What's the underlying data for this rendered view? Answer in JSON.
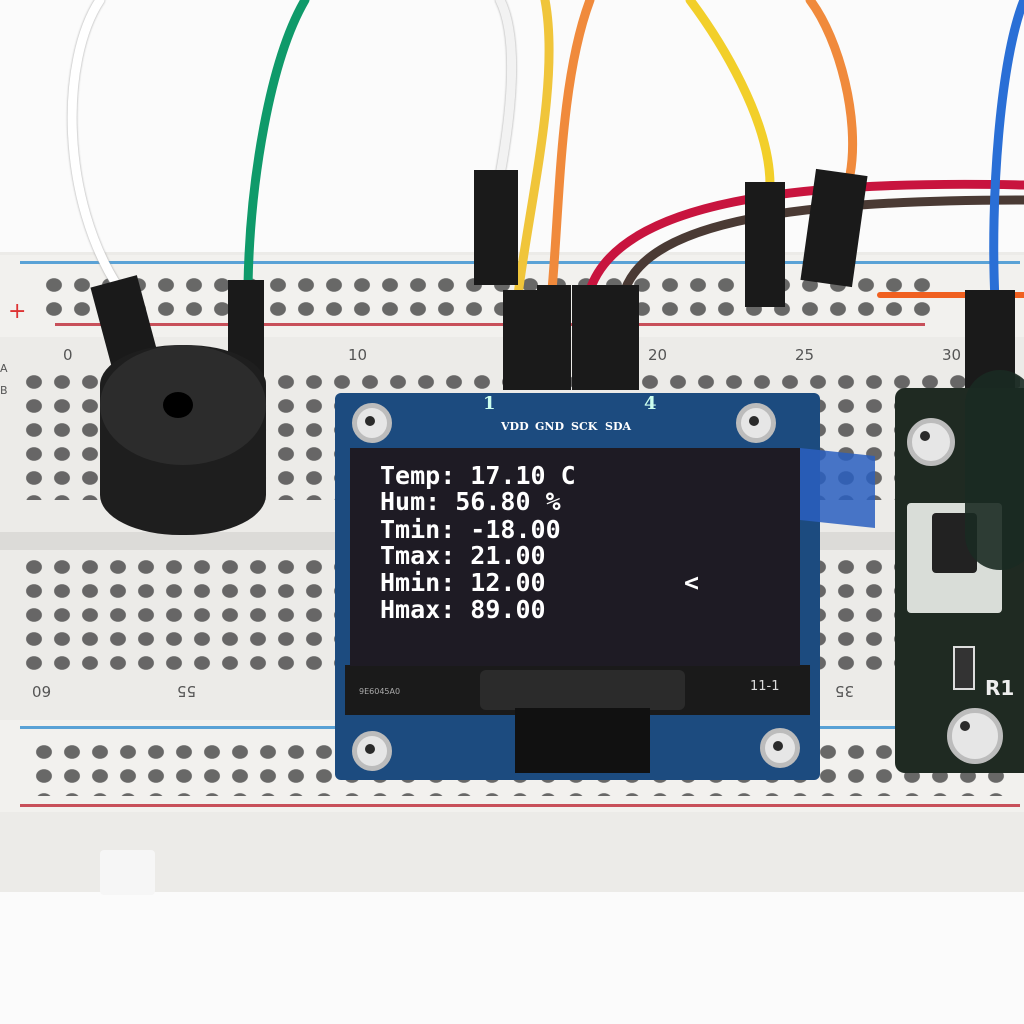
{
  "oled": {
    "pins": {
      "first": "1",
      "last": "4",
      "labels": [
        "VDD",
        "GND",
        "SCK",
        "SDA"
      ]
    },
    "lines": [
      "Temp: 17.10 C",
      "Hum: 56.80 %",
      "Tmin: -18.00",
      "Tmax: 21.00",
      "Hmin: 12.00",
      "Hmax: 89.00"
    ],
    "cursor": "<",
    "flex_code": "9E6045A0",
    "flex_label": "11-1"
  },
  "breadboard": {
    "top_numbers": [
      "0",
      "10",
      "20",
      "25",
      "30"
    ],
    "bottom_numbers": [
      "60",
      "55",
      "35"
    ],
    "row_letters": [
      "A",
      "B"
    ],
    "rail_sign": "+"
  },
  "module": {
    "label": "R1"
  },
  "colors": {
    "pcb": "#1c4b7f",
    "screen": "#1e1b24",
    "module": "#1f2a22"
  }
}
